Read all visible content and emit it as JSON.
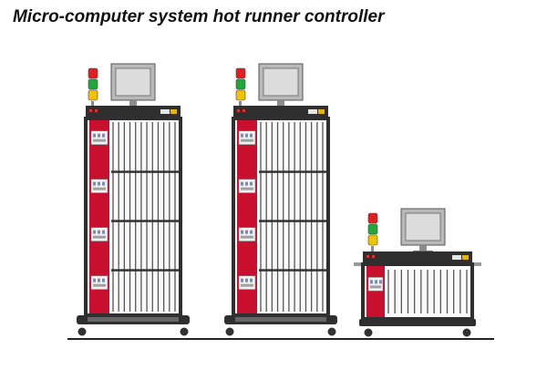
{
  "title": "Micro-computer system hot runner controller",
  "colors": {
    "cabinet_frame": "#2f2f2f",
    "control_panel": "#c8102e",
    "monitor_screen": "#dcdcdc",
    "light_red": "#e02020",
    "light_green": "#22a83a",
    "light_yellow": "#f2c200",
    "floor_line": "#222222"
  },
  "cabinets": [
    {
      "type": "tall",
      "modules": 4
    },
    {
      "type": "tall",
      "modules": 4
    },
    {
      "type": "short",
      "modules": 1
    }
  ]
}
